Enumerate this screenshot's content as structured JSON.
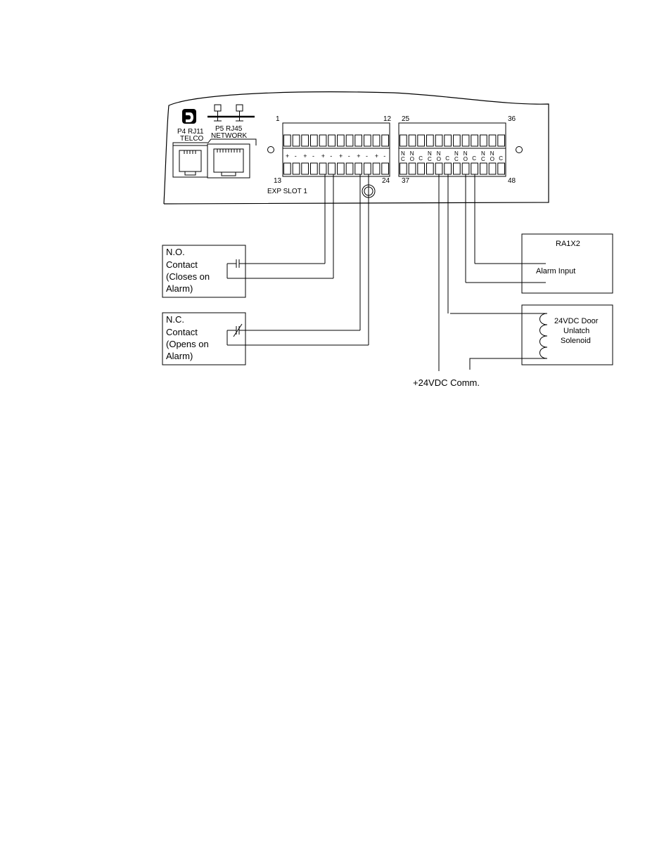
{
  "panel": {
    "p4_line1": "P4 RJ11",
    "p4_line2": "TELCO",
    "p5_line1": "P5 RJ45",
    "p5_line2": "NETWORK",
    "exp_slot": "EXP SLOT 1",
    "terminal_numbers": {
      "t1": "1",
      "t12": "12",
      "t13": "13",
      "t24": "24",
      "t25": "25",
      "t36": "36",
      "t37": "37",
      "t48": "48"
    },
    "polarity_labels": [
      "+",
      "-",
      "+",
      "-",
      "+",
      "-",
      "+",
      "-",
      "+",
      "-",
      "+",
      "-"
    ],
    "relay_labels": [
      [
        "N",
        "C"
      ],
      [
        "N",
        "O"
      ],
      [
        "C"
      ],
      [
        "N",
        "C"
      ],
      [
        "N",
        "O"
      ],
      [
        "C"
      ],
      [
        "N",
        "C"
      ],
      [
        "N",
        "O"
      ],
      [
        "C"
      ],
      [
        "N",
        "C"
      ],
      [
        "N",
        "O"
      ],
      [
        "C"
      ]
    ]
  },
  "no_contact": {
    "line1": "N.O.",
    "line2": "Contact",
    "line3": "(Closes on",
    "line4": "Alarm)"
  },
  "nc_contact": {
    "line1": "N.C.",
    "line2": "Contact",
    "line3": "(Opens on",
    "line4": "Alarm)"
  },
  "ra1x2": {
    "title": "RA1X2",
    "input_label": "Alarm Input"
  },
  "solenoid": {
    "line1": "24VDC Door",
    "line2": "Unlatch",
    "line3": "Solenoid"
  },
  "supply_label": "+24VDC  Comm."
}
